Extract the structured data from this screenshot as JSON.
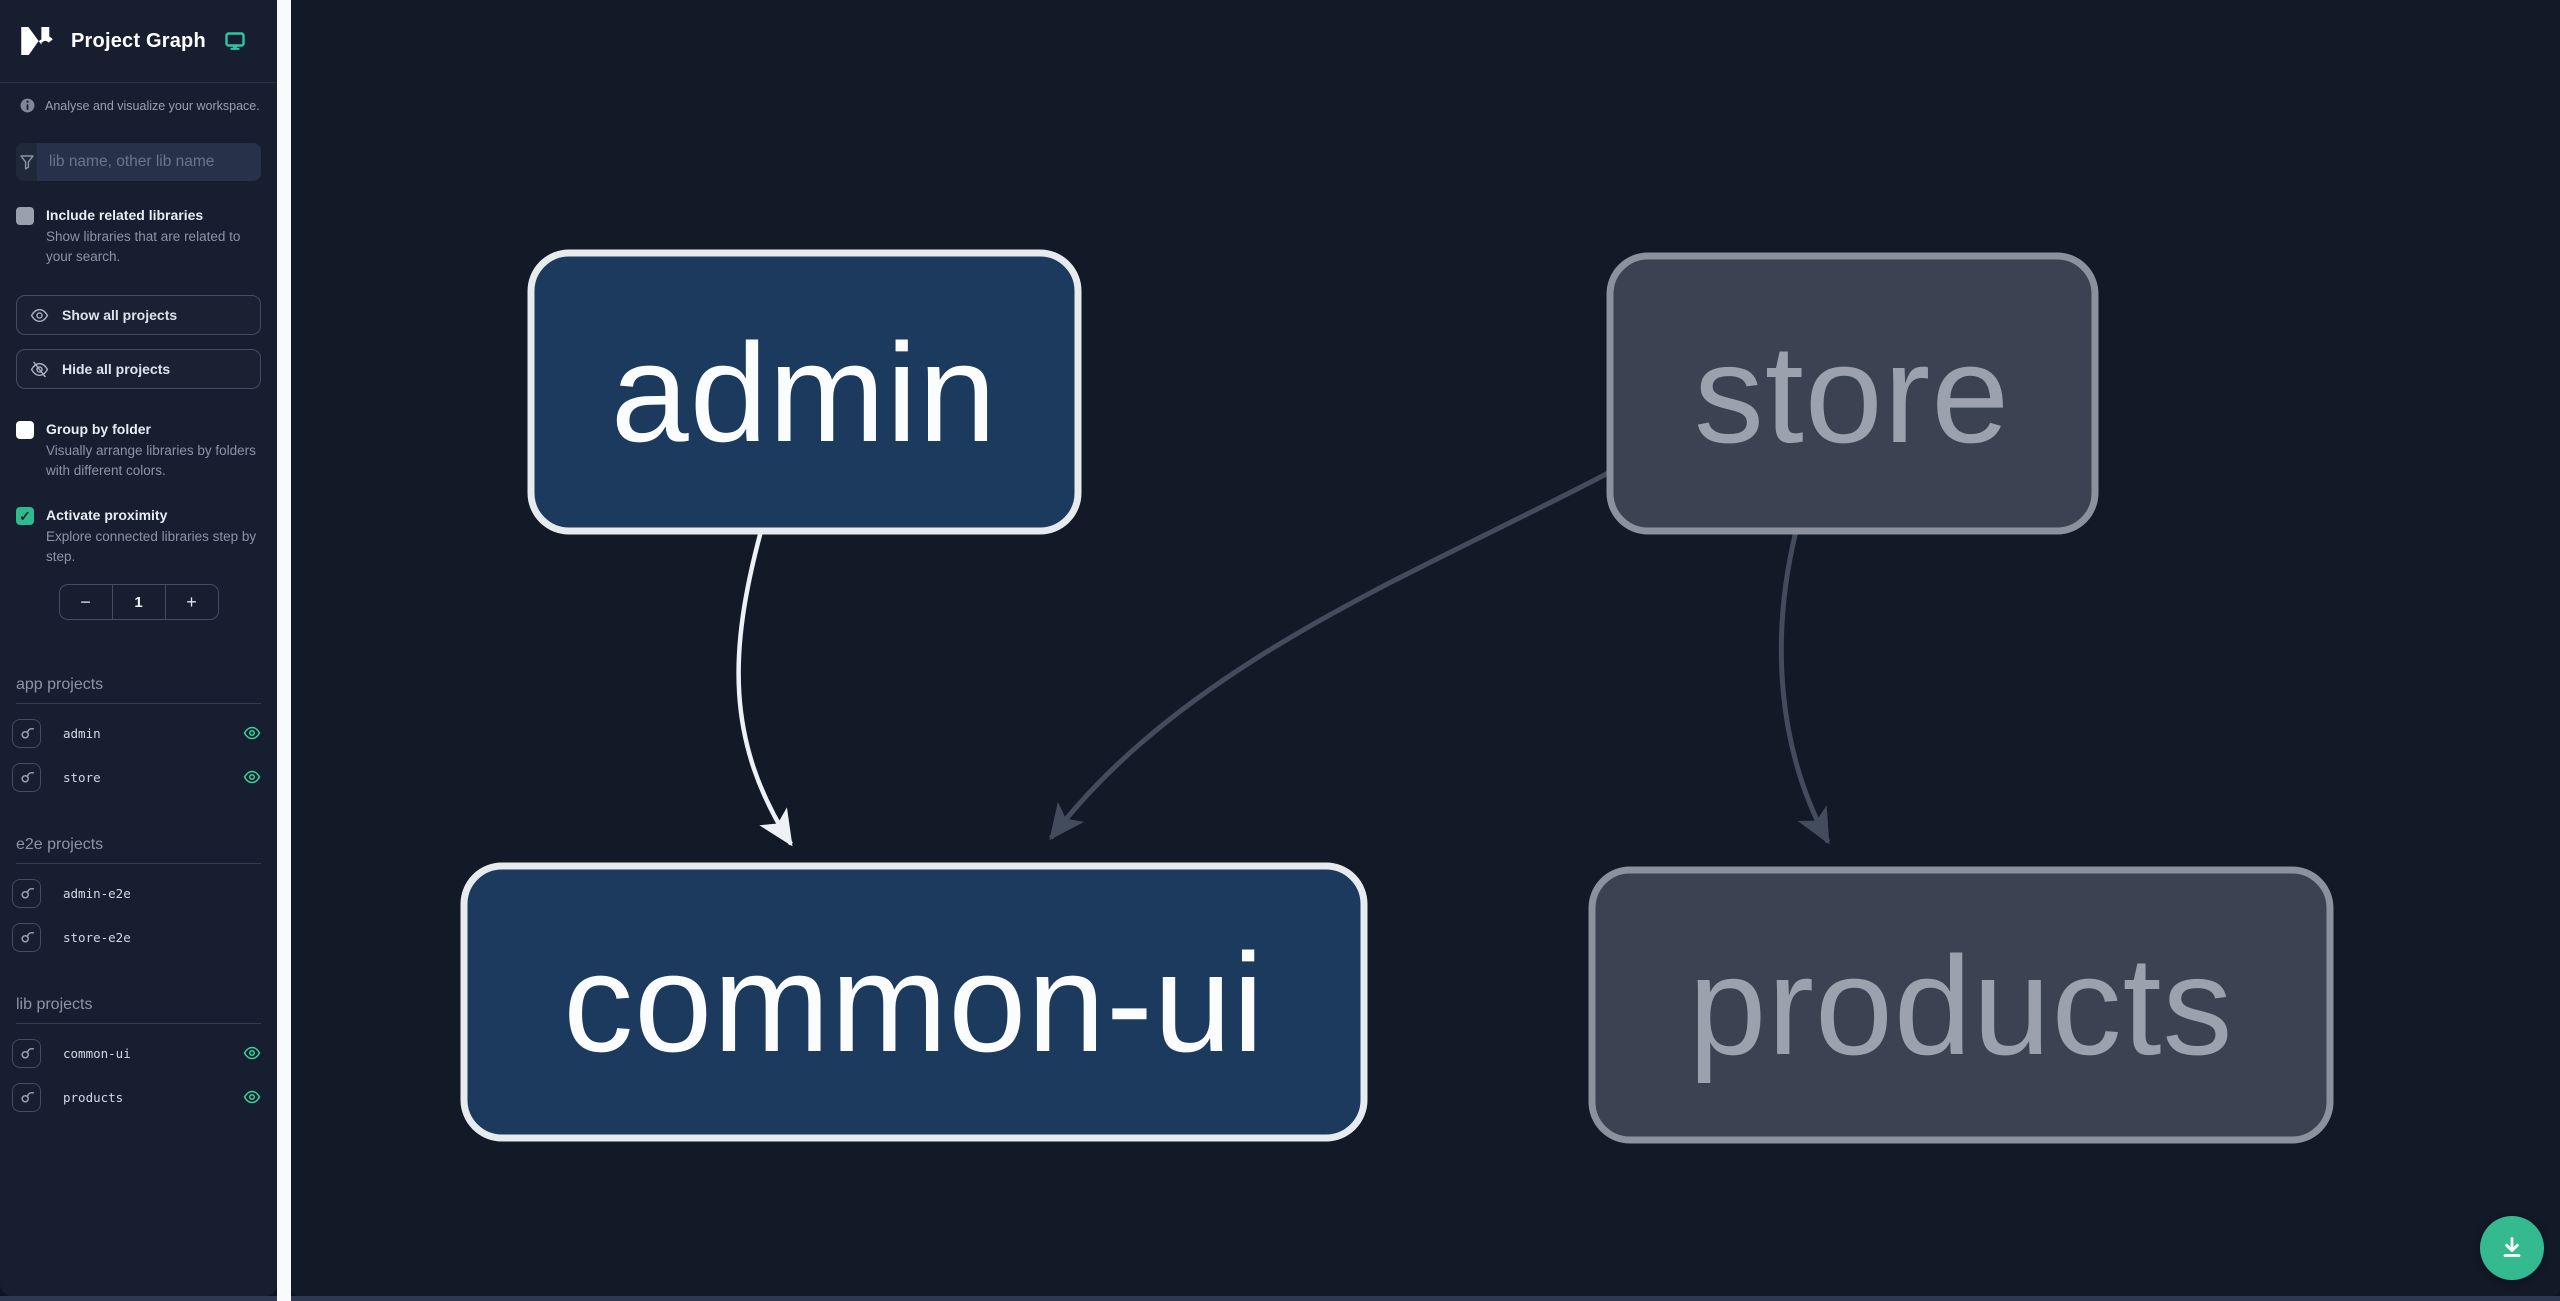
{
  "header": {
    "title": "Project Graph",
    "logo": "nx-logo",
    "environment_icon": "monitor-icon"
  },
  "subtitle": "Analyse and visualize your workspace.",
  "filter": {
    "placeholder": "lib name, other lib name",
    "value": ""
  },
  "controls": {
    "include_related": {
      "label": "Include related libraries",
      "description": "Show libraries that are related to your search.",
      "checked": false
    },
    "show_all": {
      "label": "Show all projects"
    },
    "hide_all": {
      "label": "Hide all projects"
    },
    "group_by_folder": {
      "label": "Group by folder",
      "description": "Visually arrange libraries by folders with different colors.",
      "checked": false
    },
    "activate_proximity": {
      "label": "Activate proximity",
      "description": "Explore connected libraries step by step.",
      "checked": true
    },
    "proximity": {
      "decrement_label": "−",
      "value": "1",
      "increment_label": "+"
    }
  },
  "sections": [
    {
      "title": "app projects",
      "items": [
        {
          "name": "admin",
          "visible": true
        },
        {
          "name": "store",
          "visible": true
        }
      ]
    },
    {
      "title": "e2e projects",
      "items": [
        {
          "name": "admin-e2e",
          "visible": false
        },
        {
          "name": "store-e2e",
          "visible": false
        }
      ]
    },
    {
      "title": "lib projects",
      "items": [
        {
          "name": "common-ui",
          "visible": true
        },
        {
          "name": "products",
          "visible": true
        }
      ]
    }
  ],
  "graph": {
    "nodes": {
      "admin": {
        "label": "admin",
        "category": "app",
        "state": "focused"
      },
      "store": {
        "label": "store",
        "category": "app",
        "state": "dimmed"
      },
      "common_ui": {
        "label": "common-ui",
        "category": "lib",
        "state": "focused"
      },
      "products": {
        "label": "products",
        "category": "lib",
        "state": "dimmed"
      }
    },
    "edges": [
      {
        "source": "admin",
        "target": "common-ui",
        "state": "highlighted"
      },
      {
        "source": "store",
        "target": "common-ui",
        "state": "dimmed"
      },
      {
        "source": "store",
        "target": "products",
        "state": "dimmed"
      }
    ]
  },
  "fab": {
    "action": "download-graph-image"
  },
  "colors": {
    "accent_teal": "#2fbb90",
    "fab_teal": "#35ba90",
    "eye_green": "#34d399",
    "sidebar_bg": "#171e2f",
    "canvas_bg": "#121927",
    "divider": "#f8fafc",
    "node_focused_fill": "#1c3a5e",
    "node_focused_border": "#e8ebee",
    "node_dimmed_fill": "#3b4252",
    "node_dimmed_border": "#8b919d",
    "node_dimmed_text": "#9ba1ad",
    "edge_highlight": "#eef1f5",
    "edge_dimmed": "#434c5c"
  }
}
